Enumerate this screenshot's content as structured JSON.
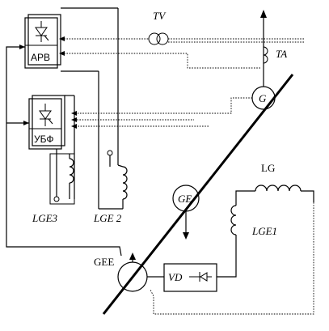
{
  "labels": {
    "tv": "TV",
    "ta": "TA",
    "arv": "АРВ",
    "ubf": "УБФ",
    "g": "G",
    "ge": "GE",
    "gee": "GEE",
    "vd": "VD",
    "lg": "LG",
    "lge1": "LGE1",
    "lge2": "LGE 2",
    "lge3": "LGE3"
  }
}
